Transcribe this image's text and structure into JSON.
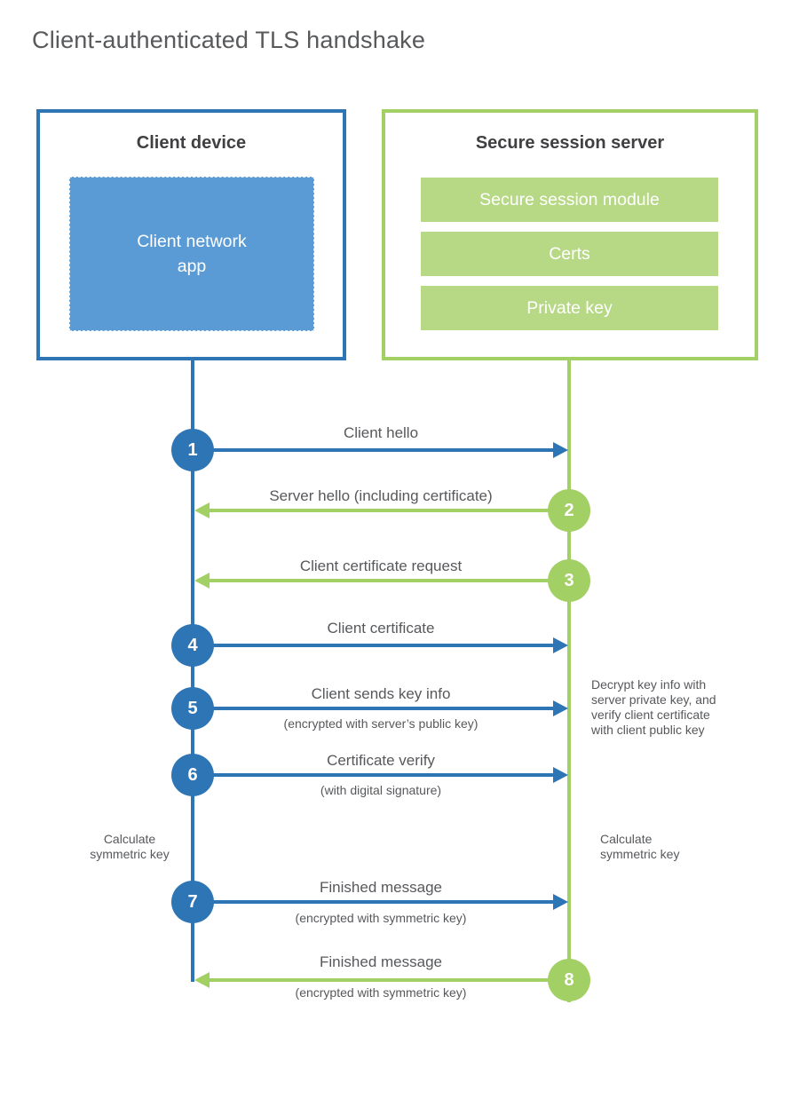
{
  "title": "Client-authenticated TLS handshake",
  "colors": {
    "blue_accent": "#2e75b6",
    "blue_fill": "#5b9bd5",
    "green_accent": "#a3d065",
    "green_fill": "#b7d986",
    "heading_text": "#404043",
    "body_text": "#57585b"
  },
  "client": {
    "title": "Client device",
    "app_label": "Client network\napp"
  },
  "server": {
    "title": "Secure session server",
    "modules": [
      "Secure session module",
      "Certs",
      "Private key"
    ]
  },
  "steps": [
    {
      "num": "1",
      "label": "Client hello",
      "sub": "",
      "direction": "client-to-server"
    },
    {
      "num": "2",
      "label": "Server hello (including certificate)",
      "sub": "",
      "direction": "server-to-client"
    },
    {
      "num": "3",
      "label": "Client certificate request",
      "sub": "",
      "direction": "server-to-client"
    },
    {
      "num": "4",
      "label": "Client certificate",
      "sub": "",
      "direction": "client-to-server"
    },
    {
      "num": "5",
      "label": "Client sends key info",
      "sub": "(encrypted with server’s public key)",
      "direction": "client-to-server"
    },
    {
      "num": "6",
      "label": "Certificate verify",
      "sub": "(with digital signature)",
      "direction": "client-to-server"
    },
    {
      "num": "7",
      "label": "Finished message",
      "sub": "(encrypted with symmetric key)",
      "direction": "client-to-server"
    },
    {
      "num": "8",
      "label": "Finished message",
      "sub": "(encrypted with symmetric key)",
      "direction": "server-to-client"
    }
  ],
  "notes": {
    "decrypt": "Decrypt key info with\nserver private key, and\nverify client certificate\nwith client public key",
    "calc_left": "Calculate\nsymmetric key",
    "calc_right": "Calculate\nsymmetric key"
  }
}
